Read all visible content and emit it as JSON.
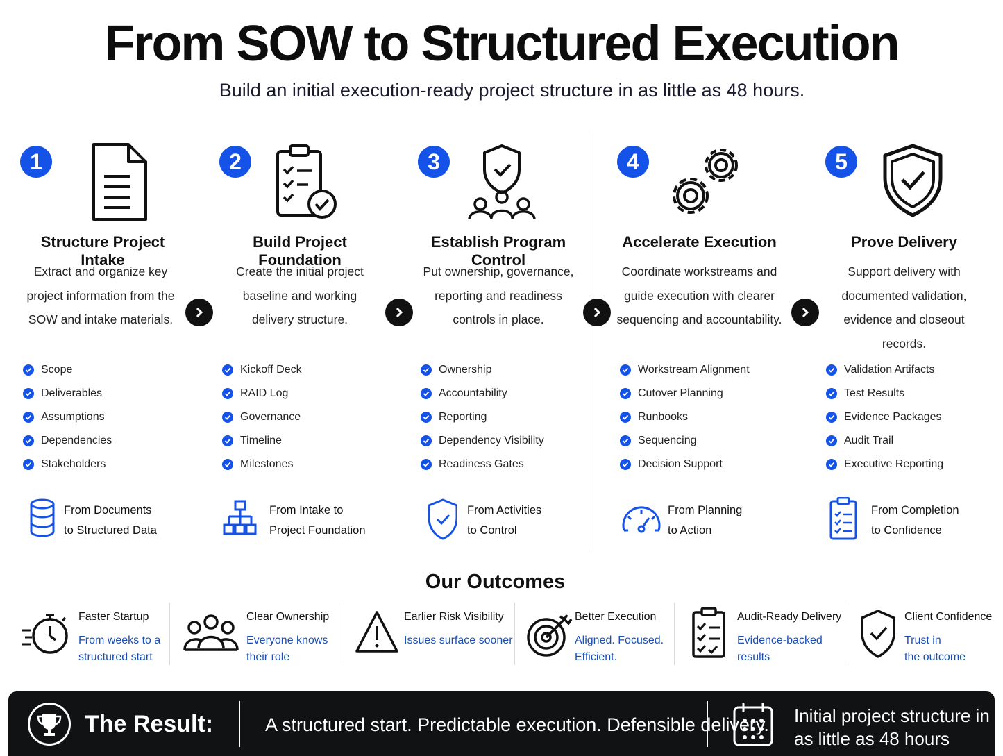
{
  "header": {
    "title": "From SOW to Structured Execution",
    "subtitle": "Build an initial execution-ready project structure in as little as 48 hours."
  },
  "steps": [
    {
      "number": "1",
      "icon": "document-icon",
      "title": "Structure Project Intake",
      "desc_lines": [
        "Extract and organize key",
        "project information from the",
        "SOW and intake materials."
      ],
      "items": [
        "Scope",
        "Deliverables",
        "Assumptions",
        "Dependencies",
        "Stakeholders"
      ],
      "from_icon": "database-icon",
      "from_lines": [
        "From Documents",
        "to Structured Data"
      ]
    },
    {
      "number": "2",
      "icon": "clipboard-check-icon",
      "title": "Build Project Foundation",
      "desc_lines": [
        "Create the initial project",
        "baseline and working",
        "delivery structure."
      ],
      "items": [
        "Kickoff Deck",
        "RAID Log",
        "Governance",
        "Timeline",
        "Milestones"
      ],
      "from_icon": "hierarchy-icon",
      "from_lines": [
        "From Intake to",
        "Project Foundation"
      ]
    },
    {
      "number": "3",
      "icon": "shield-team-icon",
      "title": "Establish Program Control",
      "desc_lines": [
        "Put ownership, governance,",
        "reporting and readiness",
        "controls in place."
      ],
      "items": [
        "Ownership",
        "Accountability",
        "Reporting",
        "Dependency Visibility",
        "Readiness Gates"
      ],
      "from_icon": "shield-check-icon",
      "from_lines": [
        "From Activities",
        "to Control"
      ]
    },
    {
      "number": "4",
      "icon": "gears-icon",
      "title": "Accelerate Execution",
      "desc_lines": [
        "Coordinate workstreams and",
        "guide execution with clearer",
        "sequencing and accountability."
      ],
      "items": [
        "Workstream Alignment",
        "Cutover Planning",
        "Runbooks",
        "Sequencing",
        "Decision Support"
      ],
      "from_icon": "speedometer-icon",
      "from_lines": [
        "From Planning",
        "to Action"
      ]
    },
    {
      "number": "5",
      "icon": "shield-check-icon",
      "title": "Prove Delivery",
      "desc_lines": [
        "Support delivery with",
        "documented validation,",
        "evidence and closeout records."
      ],
      "items": [
        "Validation Artifacts",
        "Test Results",
        "Evidence Packages",
        "Audit Trail",
        "Executive Reporting"
      ],
      "from_icon": "checklist-icon",
      "from_lines": [
        "From Completion",
        "to Confidence"
      ]
    }
  ],
  "outcomes": {
    "title": "Our Outcomes",
    "items": [
      {
        "icon": "stopwatch-icon",
        "name": "Faster Startup",
        "sub": [
          "From weeks to a",
          "structured start"
        ]
      },
      {
        "icon": "team-icon",
        "name": "Clear Ownership",
        "sub": [
          "Everyone knows",
          "their role"
        ]
      },
      {
        "icon": "warning-icon",
        "name": "Earlier Risk Visibility",
        "sub": [
          "Issues surface sooner"
        ]
      },
      {
        "icon": "target-icon",
        "name": "Better Execution",
        "sub": [
          "Aligned. Focused.",
          "Efficient."
        ]
      },
      {
        "icon": "clipboard-list-icon",
        "name": "Audit-Ready Delivery",
        "sub": [
          "Evidence-backed",
          "results"
        ]
      },
      {
        "icon": "shield-check-icon",
        "name": "Client Confidence",
        "sub": [
          "Trust in",
          "the outcome"
        ]
      }
    ]
  },
  "result": {
    "label": "The Result:",
    "text": "A structured start. Predictable execution. Defensible delivery.",
    "right_lines": [
      "Initial project structure in",
      "as little as 48 hours"
    ]
  },
  "colors": {
    "accent": "#1553e8",
    "outcome_sub": "#1a4fb5",
    "bar": "#111214"
  }
}
